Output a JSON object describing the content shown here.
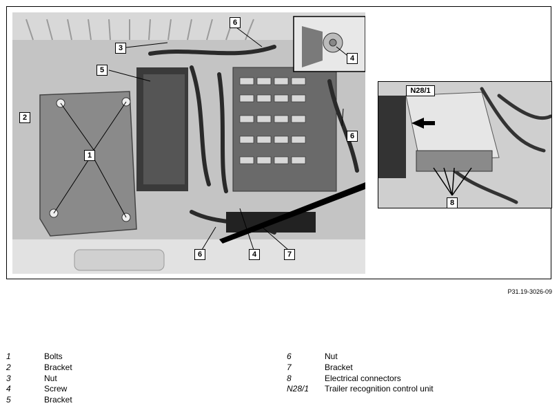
{
  "figure_ref": "P31.19-3026-09",
  "callouts_main": [
    "1",
    "2",
    "3",
    "4",
    "4",
    "5",
    "6",
    "6",
    "6",
    "7"
  ],
  "callouts_inset": [
    "N28/1",
    "8"
  ],
  "legend_left": [
    {
      "num": "1",
      "text": "Bolts"
    },
    {
      "num": "2",
      "text": "Bracket"
    },
    {
      "num": "3",
      "text": "Nut"
    },
    {
      "num": "4",
      "text": "Screw"
    },
    {
      "num": "5",
      "text": "Bracket"
    }
  ],
  "legend_right": [
    {
      "num": "6",
      "text": "Nut"
    },
    {
      "num": "7",
      "text": "Bracket"
    },
    {
      "num": "8",
      "text": "Electrical connectors"
    },
    {
      "num": "N28/1",
      "text": "Trailer recognition control unit"
    }
  ]
}
